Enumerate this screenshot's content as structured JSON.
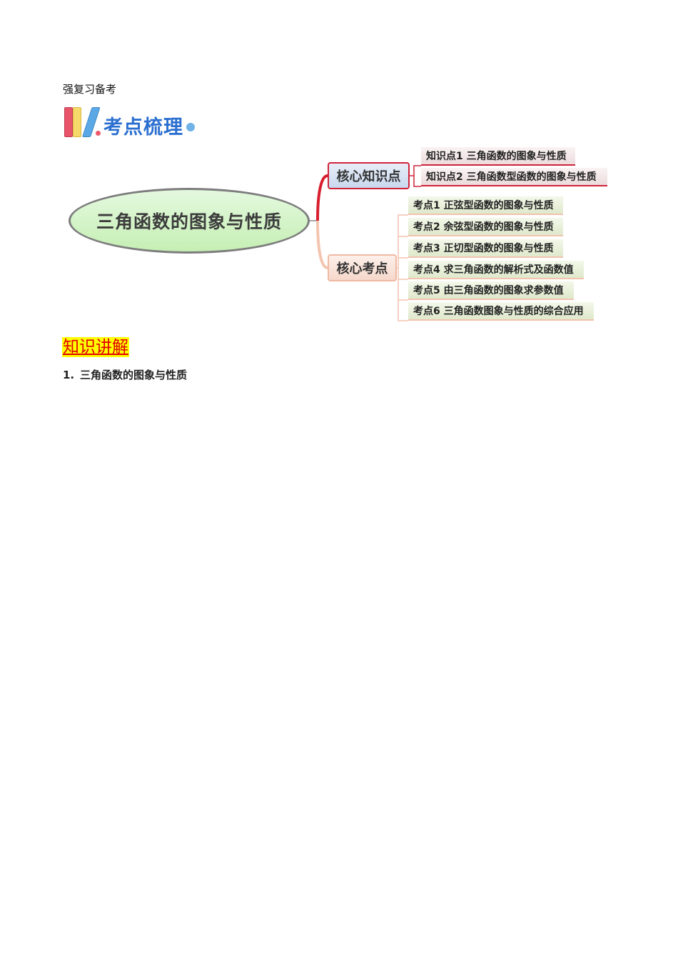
{
  "header": {
    "text": "强复习备考"
  },
  "section_banner": {
    "title": "考点梳理",
    "icons": [
      "books-icon",
      "dot-icon"
    ],
    "colors": {
      "title": "#2b6fd0",
      "book_red": "#e8546a",
      "book_yellow": "#f5d96b",
      "book_blue": "#5aa9e6"
    }
  },
  "mindmap": {
    "root": {
      "label": "三角函数的图象与性质"
    },
    "branches": [
      {
        "label": "核心知识点",
        "color": "#d0233a",
        "children": [
          {
            "label": "知识点1 三角函数的图象与性质"
          },
          {
            "label": "知识点2 三角函数型函数的图象与性质"
          }
        ]
      },
      {
        "label": "核心考点",
        "color": "#f0b9a2",
        "children": [
          {
            "label": "考点1 正弦型函数的图象与性质"
          },
          {
            "label": "考点2 余弦型函数的图象与性质"
          },
          {
            "label": "考点3 正切型函数的图象与性质"
          },
          {
            "label": "考点4 求三角函数的解析式及函数值"
          },
          {
            "label": "考点5 由三角函数的图象求参数值"
          },
          {
            "label": "考点6 三角函数图象与性质的综合应用"
          }
        ]
      }
    ]
  },
  "knowledge_section": {
    "title": "知识讲解",
    "items": [
      {
        "number": "1.",
        "label": "三角函数的图象与性质"
      }
    ]
  }
}
